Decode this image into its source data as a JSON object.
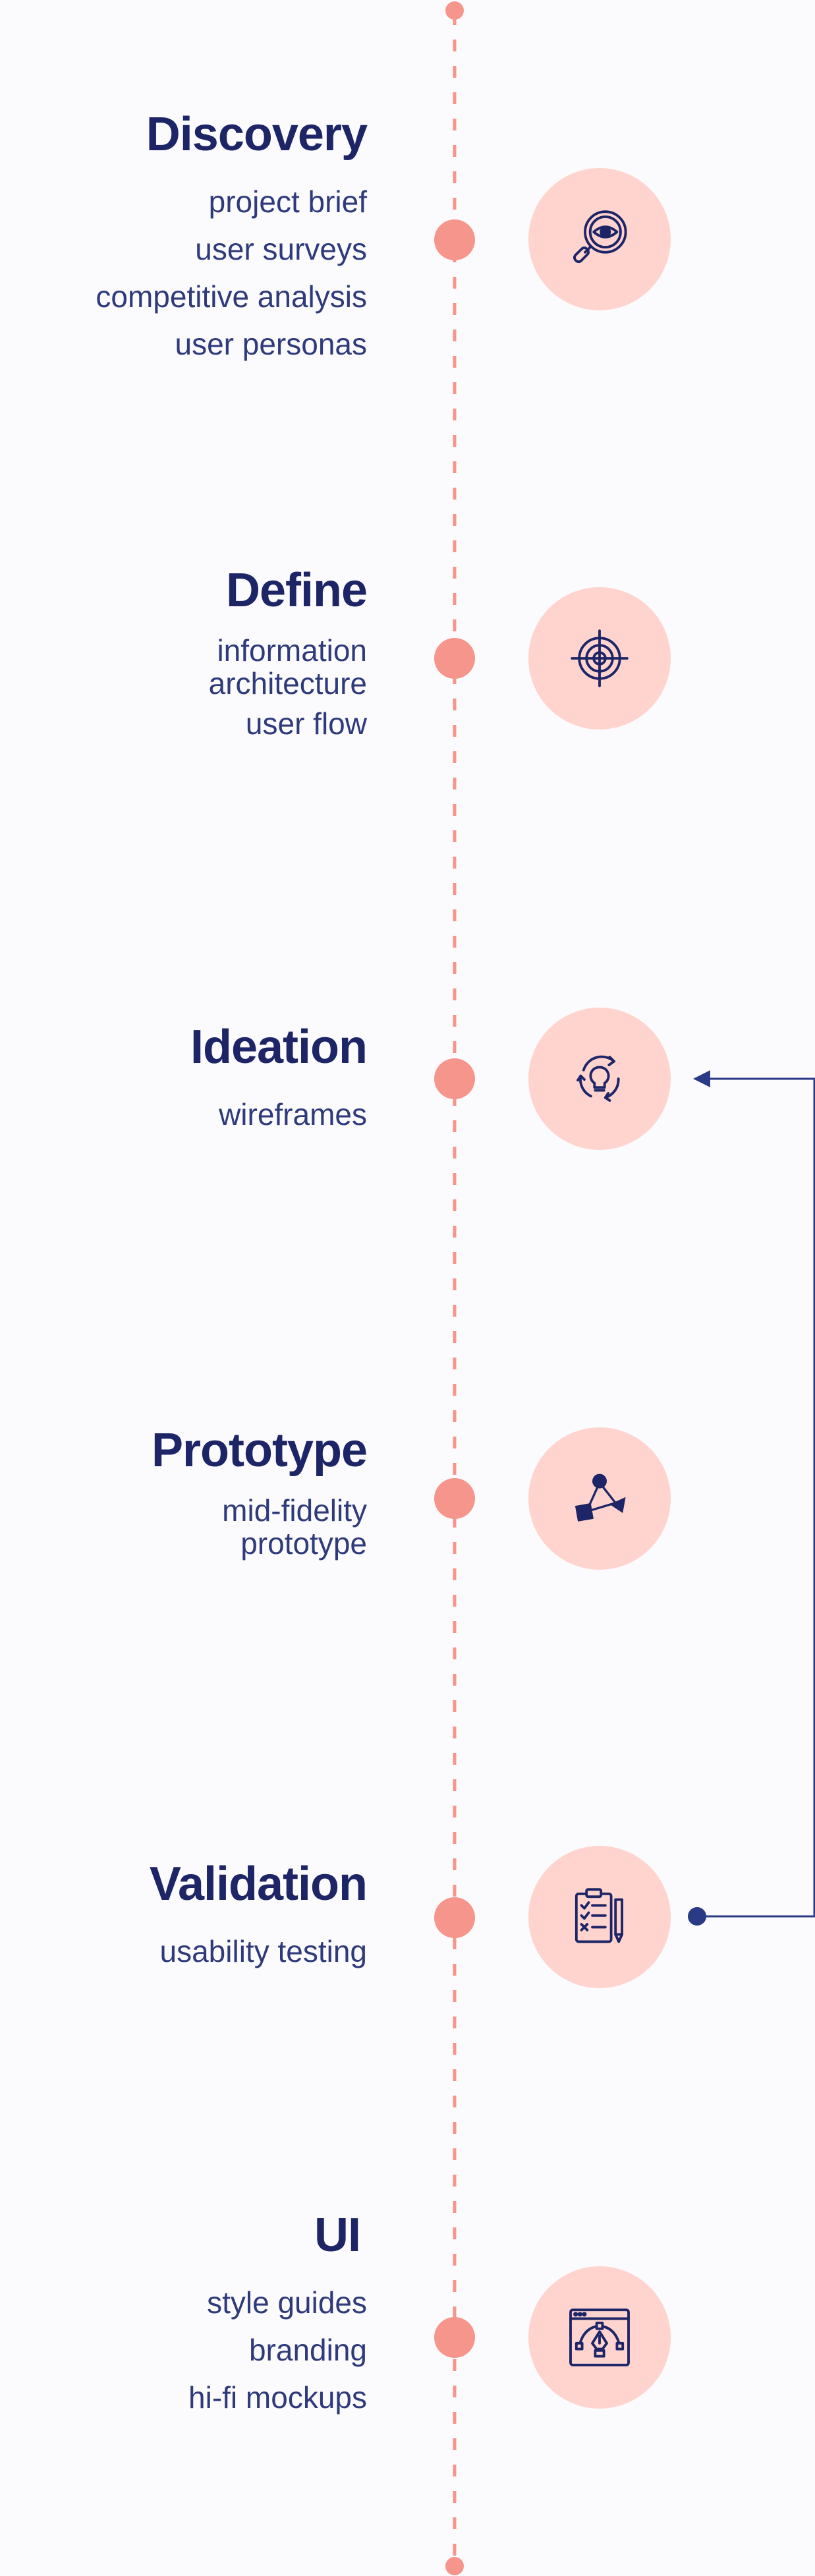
{
  "stages": [
    {
      "title": "Discovery",
      "items": [
        "project brief",
        "user surveys",
        "competitive analysis",
        "user personas"
      ],
      "icon": "magnifier-eye-icon"
    },
    {
      "title": "Define",
      "items": [
        "information architecture",
        "user flow"
      ],
      "icon": "target-icon"
    },
    {
      "title": "Ideation",
      "items": [
        "wireframes"
      ],
      "icon": "lightbulb-cycle-icon"
    },
    {
      "title": "Prototype",
      "items": [
        "mid-fidelity prototype"
      ],
      "icon": "shapes-network-icon"
    },
    {
      "title": "Validation",
      "items": [
        "usability testing"
      ],
      "icon": "checklist-pencil-icon"
    },
    {
      "title": "UI",
      "items": [
        "style guides",
        "branding",
        "hi-fi mockups"
      ],
      "icon": "browser-pen-tool-icon"
    }
  ],
  "colors": {
    "navy": "#1d2566",
    "text": "#2f3a7a",
    "coral": "#f6958c",
    "circle": "#ffd4cf",
    "connector": "#2b3a84"
  }
}
